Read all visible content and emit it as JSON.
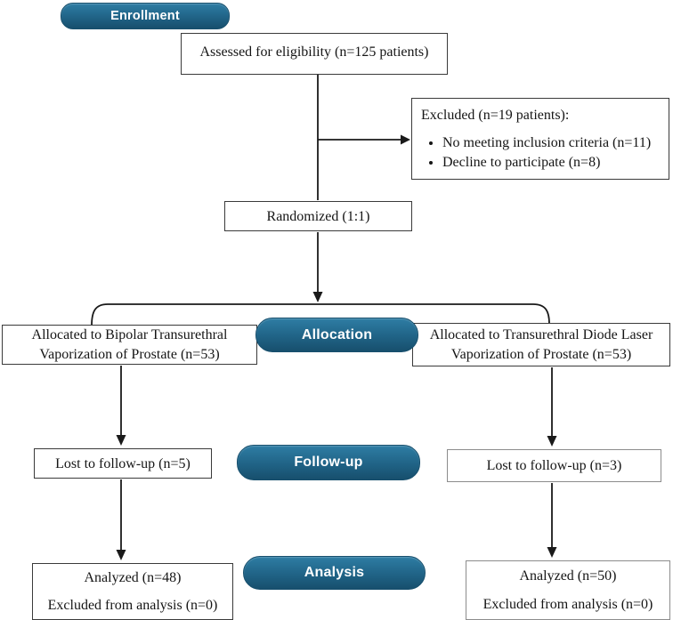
{
  "diagram": {
    "stages": {
      "enrollment": "Enrollment",
      "allocation": "Allocation",
      "followup": "Follow-up",
      "analysis": "Analysis"
    },
    "assessed": "Assessed for eligibility (n=125 patients)",
    "excluded": {
      "title": "Excluded (n=19 patients):",
      "bullets": [
        "No meeting inclusion criteria (n=11)",
        "Decline to participate (n=8)"
      ]
    },
    "randomized": "Randomized (1:1)",
    "allocation_left": [
      "Allocated to Bipolar Transurethral",
      "Vaporization of Prostate (n=53)"
    ],
    "allocation_right": [
      "Allocated to Transurethral Diode Laser",
      "Vaporization of Prostate (n=53)"
    ],
    "followup_left": "Lost to follow-up (n=5)",
    "followup_right": "Lost to follow-up (n=3)",
    "analysis_left": [
      "Analyzed (n=48)",
      "Excluded from analysis (n=0)"
    ],
    "analysis_right": [
      "Analyzed (n=50)",
      "Excluded from analysis (n=0)"
    ]
  },
  "colors": {
    "pill_top": "#2e7da4",
    "pill_mid": "#206386",
    "pill_bottom": "#174f6d",
    "pill_text": "#ffffff",
    "box_border": "#3a3a3a",
    "box_border_light": "#8c8c8c",
    "line": "#1a1a1a",
    "background": "#ffffff"
  }
}
